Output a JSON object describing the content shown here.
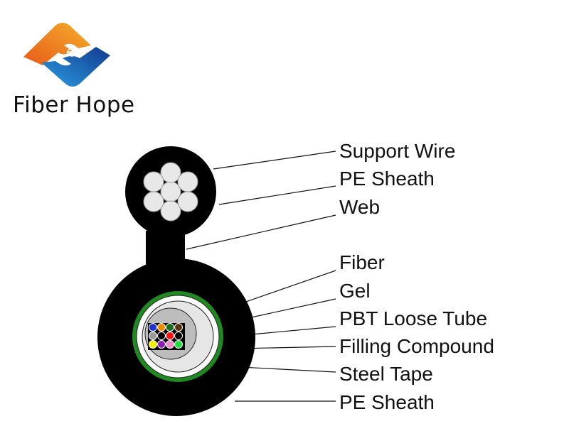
{
  "logo": {
    "brand": "Fiber Hope",
    "colors": {
      "orange": "#ee7a1e",
      "blue": "#1f6fc0"
    }
  },
  "diagram": {
    "labels": [
      "Support Wire",
      "PE Sheath",
      "Web",
      "Fiber",
      "Gel",
      "PBT Loose Tube",
      "Filling Compound",
      "Steel Tape",
      "PE Sheath"
    ],
    "fiber_colors": [
      "#1d2fd6",
      "#f28a00",
      "#1a6e1a",
      "#5a3210",
      "#9a9a9a",
      "#000000",
      "#ff1010",
      "#000000",
      "#f5f000",
      "#8a1fb0",
      "#f08ac8",
      "#20e040"
    ],
    "colors": {
      "sheath": "#000000",
      "steel_tape": "#1f8a1f",
      "tube": "#f2f2f2",
      "gel": "#c8c8c8"
    }
  }
}
